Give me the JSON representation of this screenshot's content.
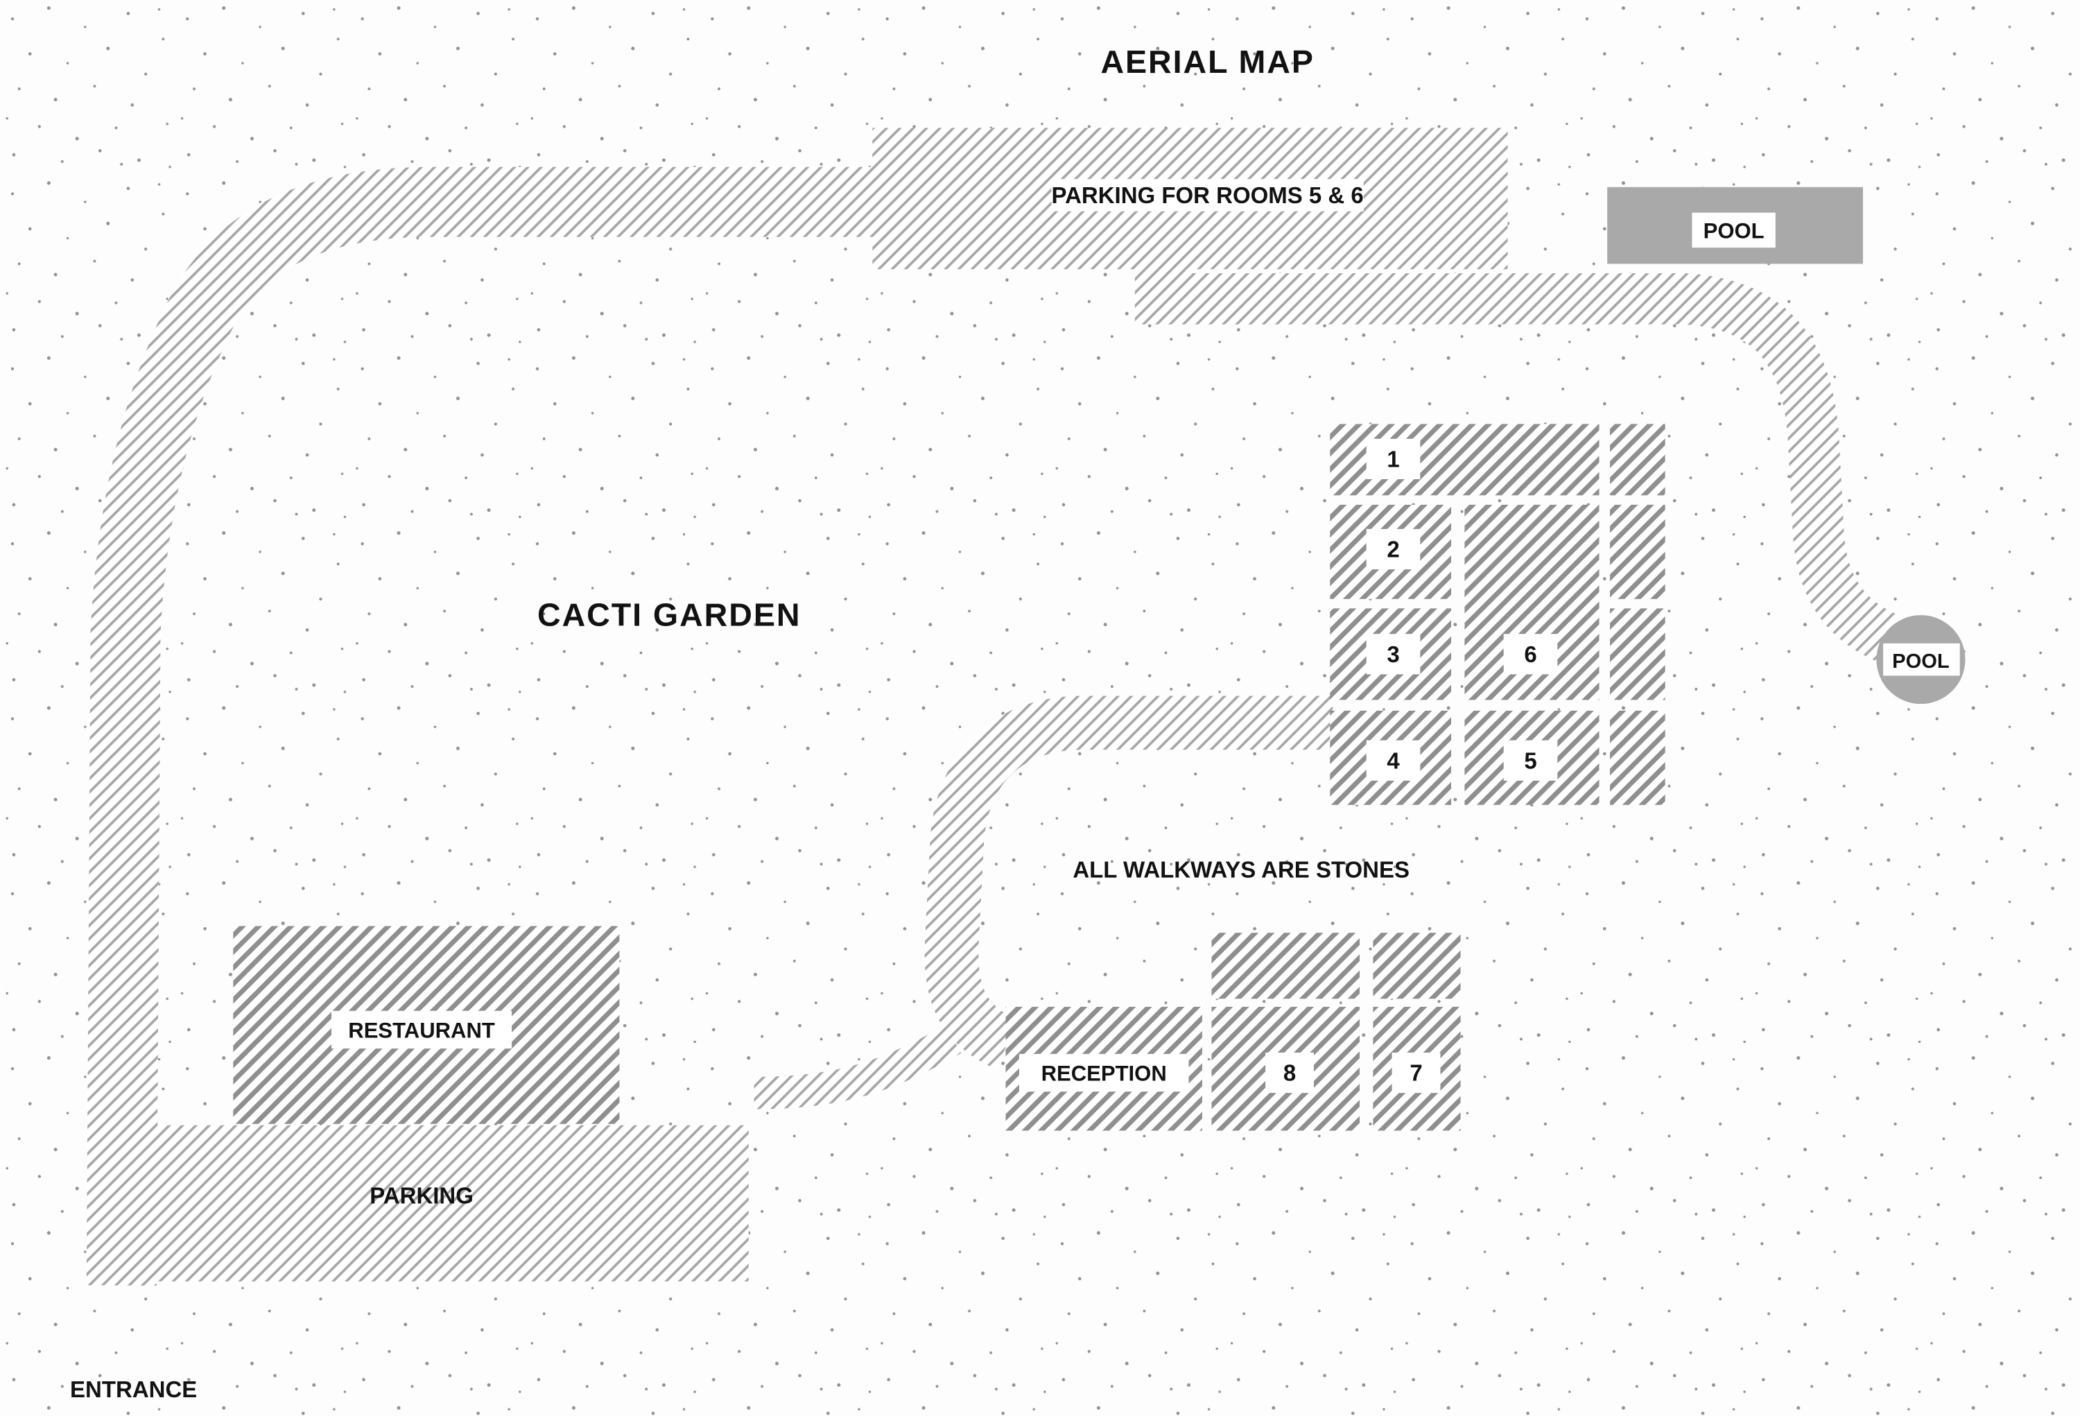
{
  "title": "AERIAL MAP",
  "map": {
    "labels": {
      "parking_rooms_5_6": "PARKING FOR ROOMS 5 & 6",
      "cacti_garden": "CACTI GARDEN",
      "walkways_note": "ALL WALKWAYS ARE STONES",
      "parking": "PARKING",
      "entrance": "ENTRANCE"
    },
    "buildings": {
      "restaurant": "RESTAURANT",
      "reception": "RECEPTION",
      "pool_top": "POOL",
      "pool_side": "POOL"
    },
    "room_numbers": [
      "1",
      "2",
      "3",
      "4",
      "5",
      "6",
      "7",
      "8"
    ]
  },
  "colors": {
    "background": "#fdfdfd",
    "pool_fill": "#a9a9a9",
    "hatch_building": "#8f8f8f",
    "hatch_road": "#a6a6a6",
    "dots": "#8d9399",
    "text": "#121212"
  }
}
